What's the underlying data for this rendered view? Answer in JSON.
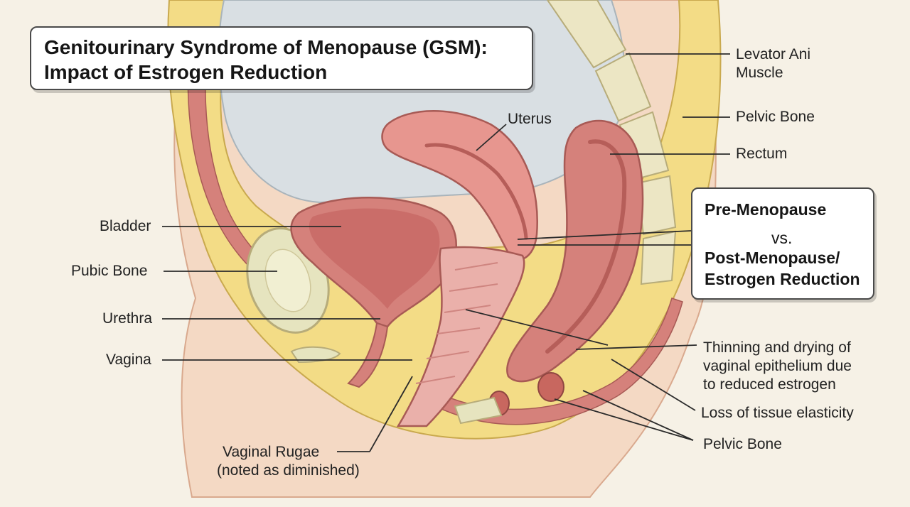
{
  "title": {
    "line1": "Genitourinary Syndrome of Menopause (GSM):",
    "line2": "Impact of Estrogen Reduction"
  },
  "comparison_box": {
    "line1": "Pre-Menopause",
    "line2": "vs.",
    "line3": "Post-Menopause/",
    "line4": "Estrogen Reduction"
  },
  "labels": {
    "levator_ani_1": "Levator Ani",
    "levator_ani_2": "Muscle",
    "pelvic_bone_top": "Pelvic Bone",
    "rectum": "Rectum",
    "uterus": "Uterus",
    "bladder": "Bladder",
    "pubic_bone": "Pubic Bone",
    "urethra": "Urethra",
    "vagina": "Vagina",
    "thinning_1": "Thinning and drying of",
    "thinning_2": "vaginal epithelium due",
    "thinning_3": "to reduced estrogen",
    "elasticity": "Loss of tissue elasticity",
    "pelvic_bone_bottom": "Pelvic Bone",
    "rugae_1": "Vaginal Rugae",
    "rugae_2": "(noted as diminished)"
  },
  "colors": {
    "background": "#f6f1e6",
    "fat": "#f3dc86",
    "muscle": "#d5817b",
    "mucosa": "#e9a3a0",
    "bone": "#e6e4bf",
    "cavity": "#d9dfe3",
    "skin": "#f4d9c4"
  }
}
